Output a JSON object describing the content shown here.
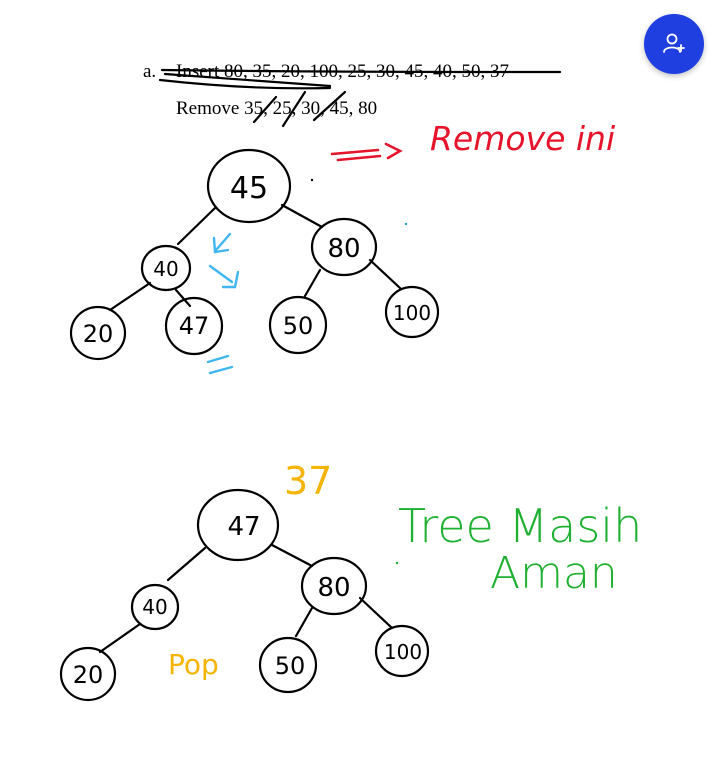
{
  "problem": {
    "label": "a.",
    "insert_line": "Insert 80, 35, 20, 100, 25, 30, 45, 40, 50, 37",
    "remove_line": "Remove 35, 25, 30, 45, 80"
  },
  "annotations": {
    "remove_note": "Remove ini",
    "status_note_line1": "Tree Masih",
    "status_note_line2": "Aman",
    "number_note": "37",
    "pop_note": "Pop"
  },
  "tree_before": {
    "root": "45",
    "left": "40",
    "right": "80",
    "left_left": "20",
    "left_right": "47",
    "right_left": "50",
    "right_right": "100"
  },
  "tree_after": {
    "root": "47",
    "left": "40",
    "right": "80",
    "left_left": "20",
    "right_left": "50",
    "right_right": "100"
  },
  "colors": {
    "ink": "#000000",
    "red": "#e5142a",
    "blue": "#3fb6f0",
    "orange": "#f5b400",
    "green": "#1fb031",
    "fab": "#1f3fe0"
  },
  "fab": {
    "icon": "add-user-icon"
  }
}
